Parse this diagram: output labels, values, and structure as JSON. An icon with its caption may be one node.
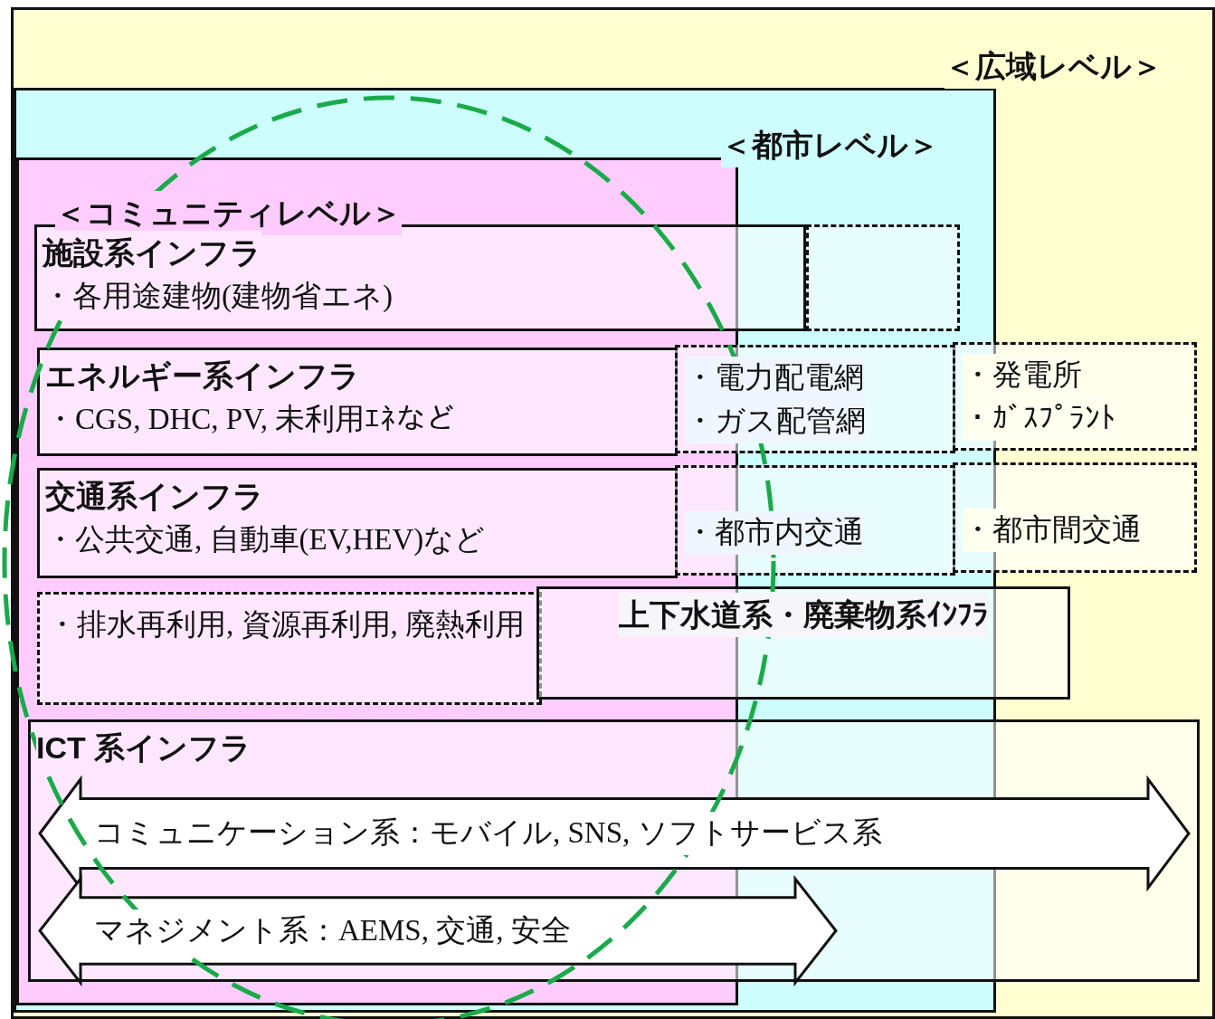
{
  "diagram": {
    "nodes": [
      {
        "text": [
          "＜広域レベル＞"
        ]
      },
      {
        "text": [
          "＜都市レベル＞"
        ],
        "in": 0
      },
      {
        "text": [
          "＜コミュニティレベル＞"
        ],
        "in": 1
      },
      {
        "text": [
          "施設系インフラ",
          "・各用途建物(建物省エネ)"
        ],
        "in": 1
      },
      {
        "text": [],
        "shape": "box",
        "in": 1
      },
      {
        "text": [
          "エネルギー系インフラ",
          "・CGS, DHC, PV, 未利用ｴﾈなど"
        ],
        "in": 2
      },
      {
        "text": [
          "・電力配電網",
          "・ガス配管網"
        ],
        "in": 1
      },
      {
        "text": [
          "・発電所",
          "・ｶﾞｽﾌﾟﾗﾝﾄ"
        ],
        "in": 0
      },
      {
        "text": [
          "交通系インフラ",
          "・公共交通, 自動車(EV,HEV)など"
        ],
        "in": 2
      },
      {
        "text": [
          "・都市内交通"
        ],
        "in": 1
      },
      {
        "text": [
          "・都市間交通"
        ],
        "in": 0
      },
      {
        "text": [
          "・排水再利用, 資源再利用, 廃熱利用"
        ],
        "in": 2
      },
      {
        "text": [
          "上下水道系・廃棄物系ｲﾝﾌﾗ"
        ],
        "in": 0
      },
      {
        "text": [
          "ICT 系インフラ"
        ],
        "in": 0
      },
      {
        "text": [
          "コミュニケーション系：モバイル, SNS, ソフトサービス系"
        ],
        "in": 13
      },
      {
        "text": [
          "マネジメント系：AEMS, 交通, 安全"
        ],
        "in": 13
      }
    ],
    "edges": []
  }
}
